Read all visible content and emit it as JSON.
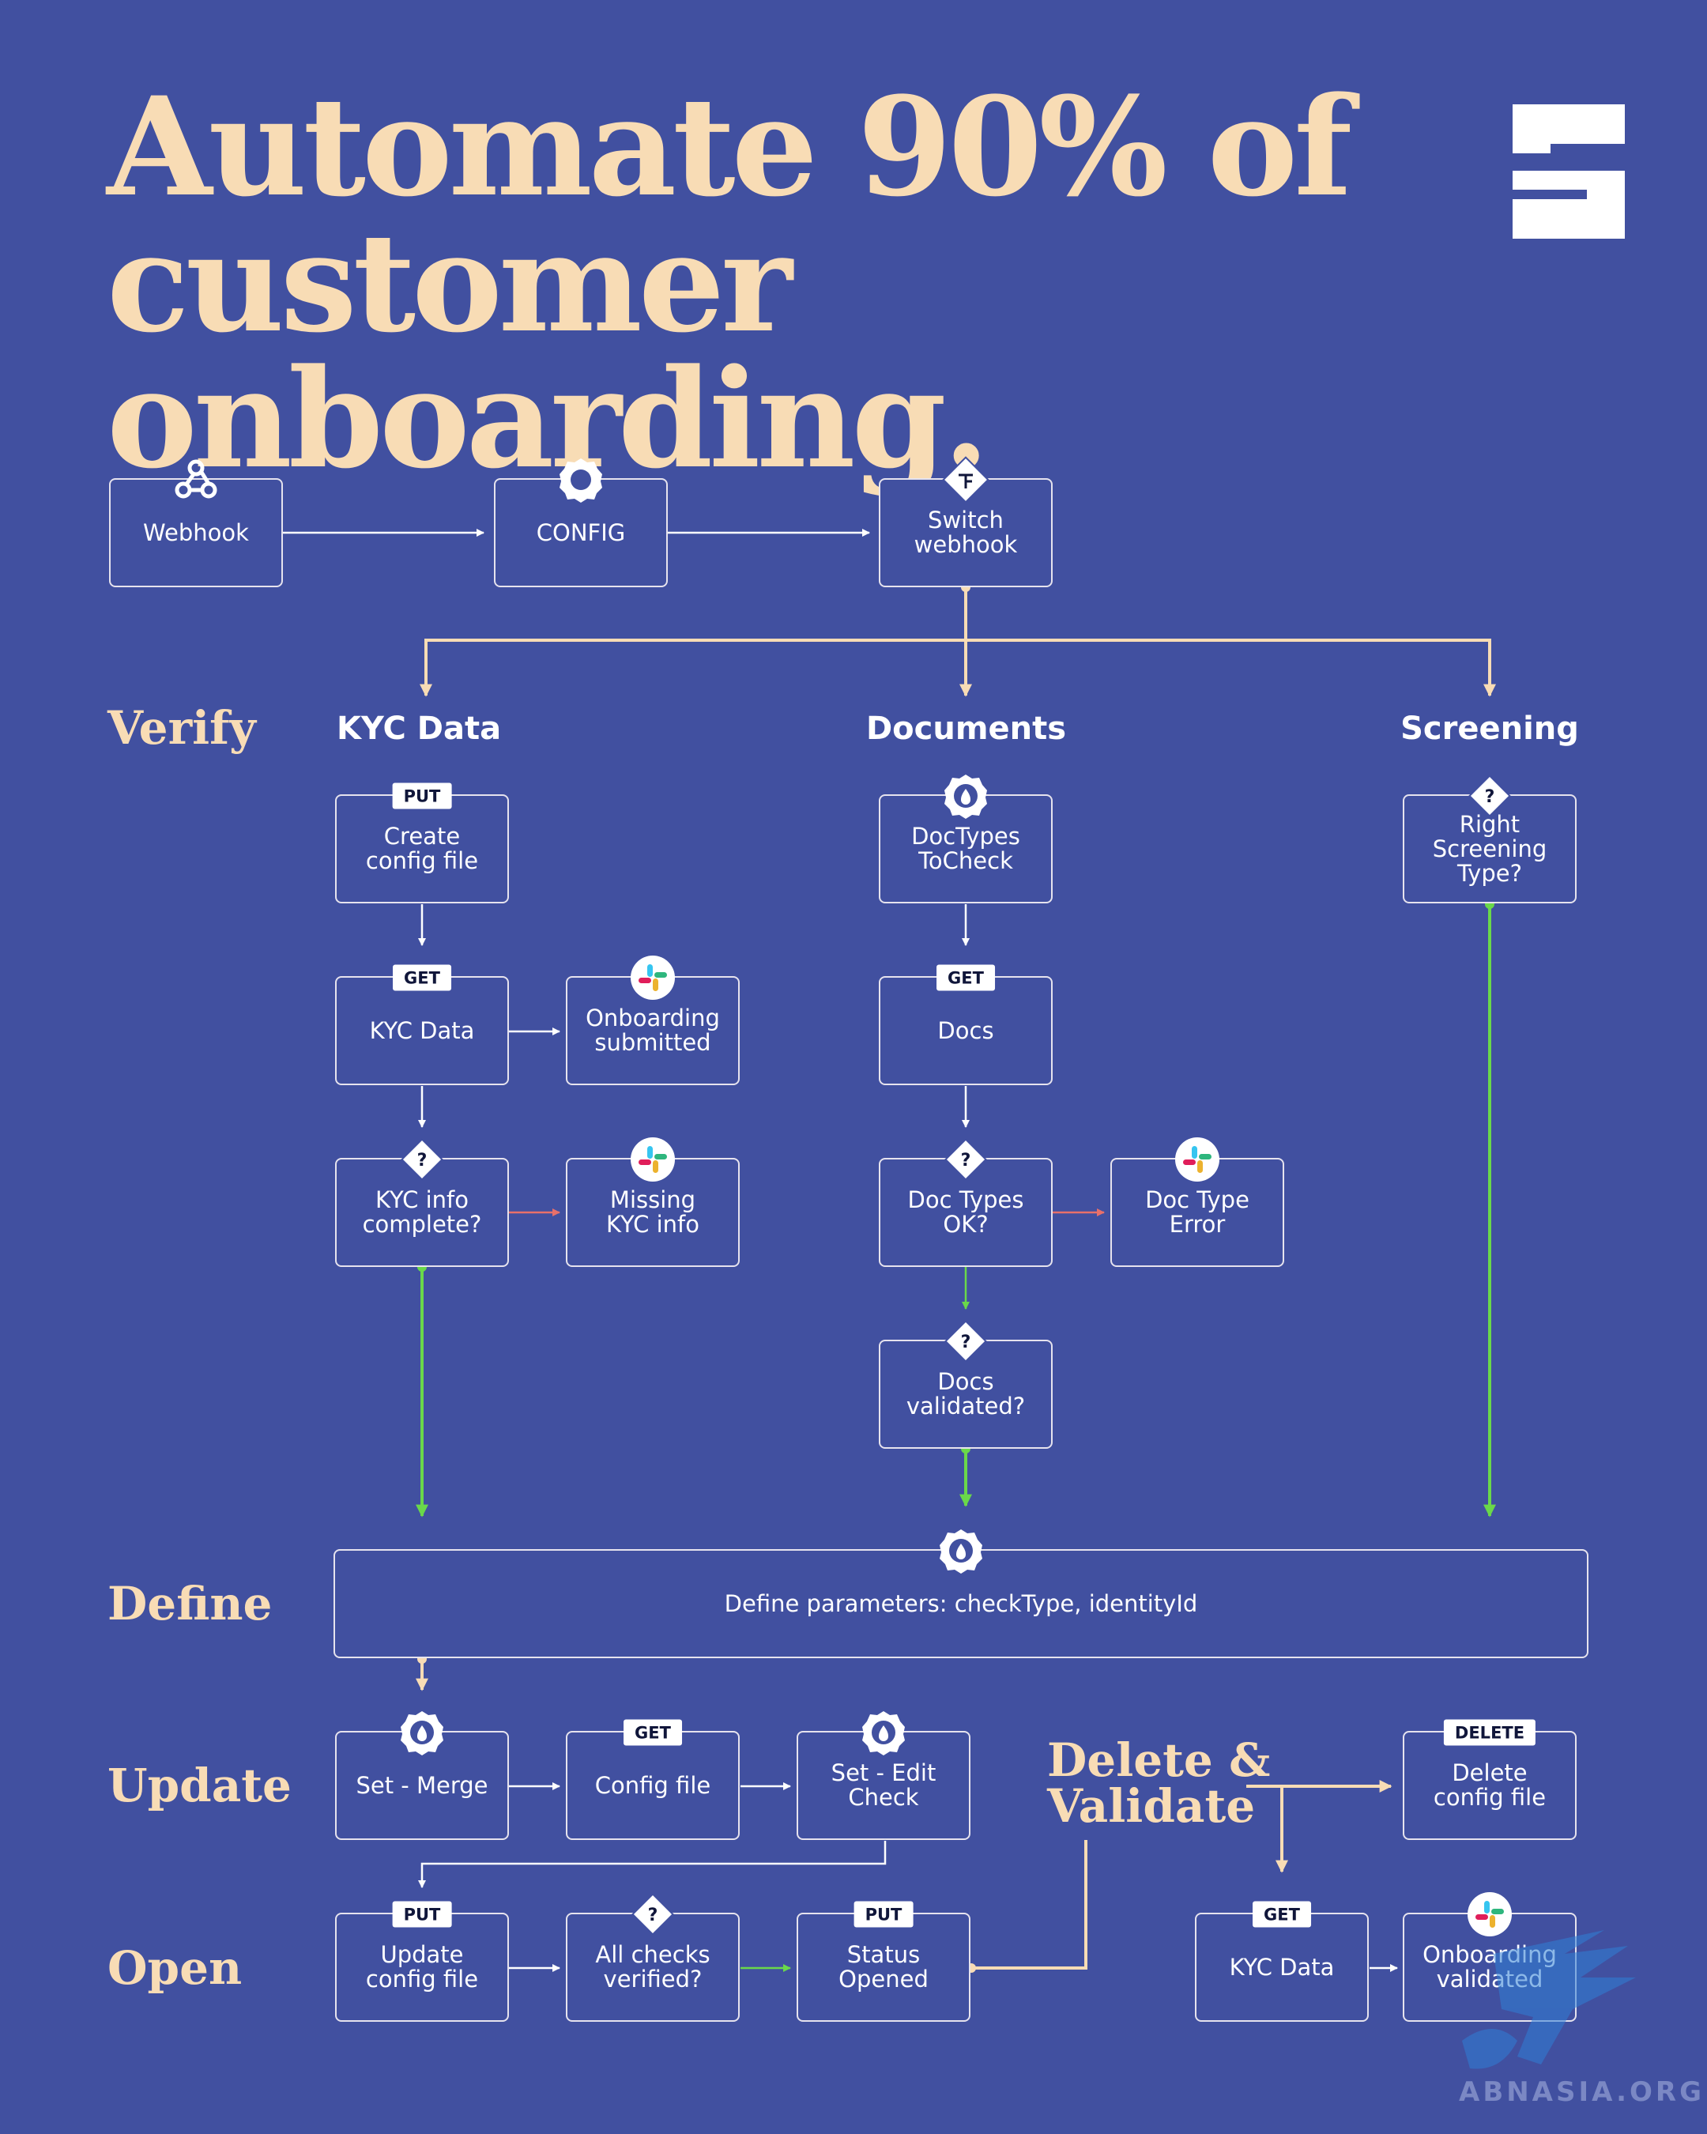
{
  "title": {
    "line1": "Automate 90% of",
    "line2": "customer onboarding."
  },
  "stages": {
    "verify": "Verify",
    "define": "Define",
    "update": "Update",
    "open": "Open",
    "delete_validate": "Delete &\nValidate"
  },
  "columns": {
    "kyc": "KYC Data",
    "documents": "Documents",
    "screening": "Screening"
  },
  "nodes": {
    "webhook": {
      "label": "Webhook",
      "icon": "webhook-icon"
    },
    "config": {
      "label": "CONFIG",
      "icon": "gear-icon"
    },
    "switch_webhook": {
      "label": "Switch\nwebhook",
      "icon": "switch-icon"
    },
    "create_config": {
      "label": "Create\nconfig file",
      "badge": "PUT"
    },
    "kyc_data_get": {
      "label": "KYC Data",
      "badge": "GET"
    },
    "onboarding_submitted": {
      "label": "Onboarding\nsubmitted",
      "icon": "slack-icon"
    },
    "kyc_complete": {
      "label": "KYC info\ncomplete?",
      "icon": "question-diamond-icon"
    },
    "missing_kyc": {
      "label": "Missing\nKYC info",
      "icon": "slack-icon"
    },
    "doctypes_tocheck": {
      "label": "DocTypes\nToCheck",
      "icon": "set-gear-icon"
    },
    "docs_get": {
      "label": "Docs",
      "badge": "GET"
    },
    "doc_types_ok": {
      "label": "Doc Types\nOK?",
      "icon": "question-diamond-icon"
    },
    "doc_type_error": {
      "label": "Doc Type\nError",
      "icon": "slack-icon"
    },
    "docs_validated": {
      "label": "Docs\nvalidated?",
      "icon": "question-diamond-icon"
    },
    "right_screening": {
      "label": "Right\nScreening\nType?",
      "icon": "question-diamond-icon"
    },
    "define_params": {
      "label": "Define parameters: checkType, identityId",
      "icon": "set-gear-icon"
    },
    "set_merge": {
      "label": "Set - Merge",
      "icon": "set-gear-icon"
    },
    "config_file_get": {
      "label": "Config file",
      "badge": "GET"
    },
    "set_edit_check": {
      "label": "Set - Edit\nCheck",
      "icon": "set-gear-icon"
    },
    "update_config": {
      "label": "Update\nconfig file",
      "badge": "PUT"
    },
    "all_checks": {
      "label": "All checks\nverified?",
      "icon": "question-diamond-icon"
    },
    "status_opened": {
      "label": "Status\nOpened",
      "badge": "PUT"
    },
    "delete_config": {
      "label": "Delete\nconfig file",
      "badge": "DELETE"
    },
    "kyc_data_final": {
      "label": "KYC Data",
      "badge": "GET"
    },
    "onboarding_validated": {
      "label": "Onboarding\nvalidated",
      "icon": "slack-icon"
    }
  },
  "watermark": {
    "text": "ABNASIA.ORG"
  },
  "colors": {
    "background": "#4150a0",
    "accent": "#f8dcb5",
    "success_line": "#6ad84a",
    "error_line": "#e8706a",
    "line": "#ffffff"
  }
}
